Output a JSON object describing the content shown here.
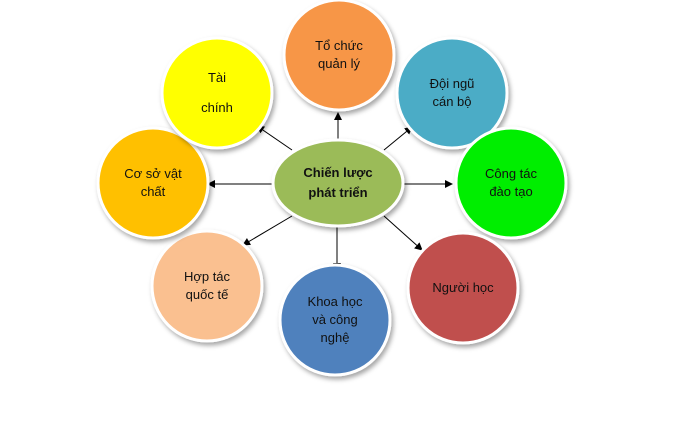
{
  "center": {
    "lines": [
      "Chiến lược",
      "phát triển"
    ],
    "color": "#9bbb59"
  },
  "nodes": [
    {
      "id": "to-chuc-quan-ly",
      "lines": [
        "Tổ chức",
        "quản lý"
      ],
      "color": "#f79646"
    },
    {
      "id": "doi-ngu-can-bo",
      "lines": [
        "Đội ngũ",
        "cán bộ"
      ],
      "color": "#4bacc6"
    },
    {
      "id": "cong-tac-dao-tao",
      "lines": [
        "Công tác",
        "đào tạo"
      ],
      "color": "#00ee00"
    },
    {
      "id": "nguoi-hoc",
      "lines": [
        "Người học"
      ],
      "color": "#c0504d"
    },
    {
      "id": "khoa-hoc-va-cong-nghe",
      "lines": [
        "Khoa học",
        "và công",
        "nghệ"
      ],
      "color": "#4f81bd"
    },
    {
      "id": "hop-tac-quoc-te",
      "lines": [
        "Hợp tác",
        "quốc tế"
      ],
      "color": "#fac090"
    },
    {
      "id": "co-so-vat-chat",
      "lines": [
        "Cơ sở vật",
        "chất"
      ],
      "color": "#ffc000"
    },
    {
      "id": "tai-chinh",
      "lines": [
        "Tài",
        "chính"
      ],
      "color": "#ffff00"
    }
  ]
}
